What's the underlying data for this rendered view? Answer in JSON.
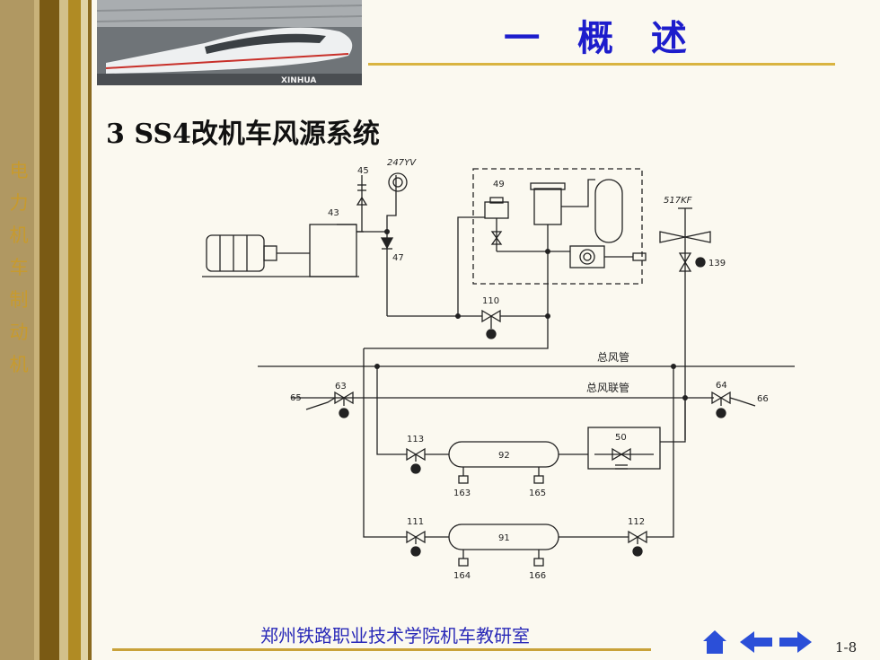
{
  "slide": {
    "title": "一  概  述",
    "heading": "3  SS4改机车风源系统",
    "sidebar_chars": [
      "电",
      "力",
      "机",
      "车",
      "制",
      "动",
      "机"
    ],
    "footer": "郑州铁路职业技术学院机车教研室",
    "page_number": "1-8",
    "photo_caption": "XINHUA"
  },
  "diagram": {
    "labels": {
      "l45": "45",
      "l247": "247YV",
      "l43": "43",
      "l47": "47",
      "l49": "49",
      "l517": "517KF",
      "l139": "139",
      "l110": "110",
      "main_pipe": "总风管",
      "main_link_pipe": "总风联管",
      "l63": "63",
      "l65": "65",
      "l64": "64",
      "l66": "66",
      "l113": "113",
      "l92": "92",
      "l50": "50",
      "l163": "163",
      "l165": "165",
      "l111": "111",
      "l91": "91",
      "l112": "112",
      "l164": "164",
      "l166": "166"
    }
  },
  "colors": {
    "title": "#1d1dcc",
    "footer": "#2a2ab8",
    "sidebar_text": "#c79a2e",
    "nav_arrows": "#2b4fd8"
  },
  "icons": {
    "home": "home-icon",
    "prev": "arrow-left-icon",
    "next": "arrow-right-icon"
  }
}
